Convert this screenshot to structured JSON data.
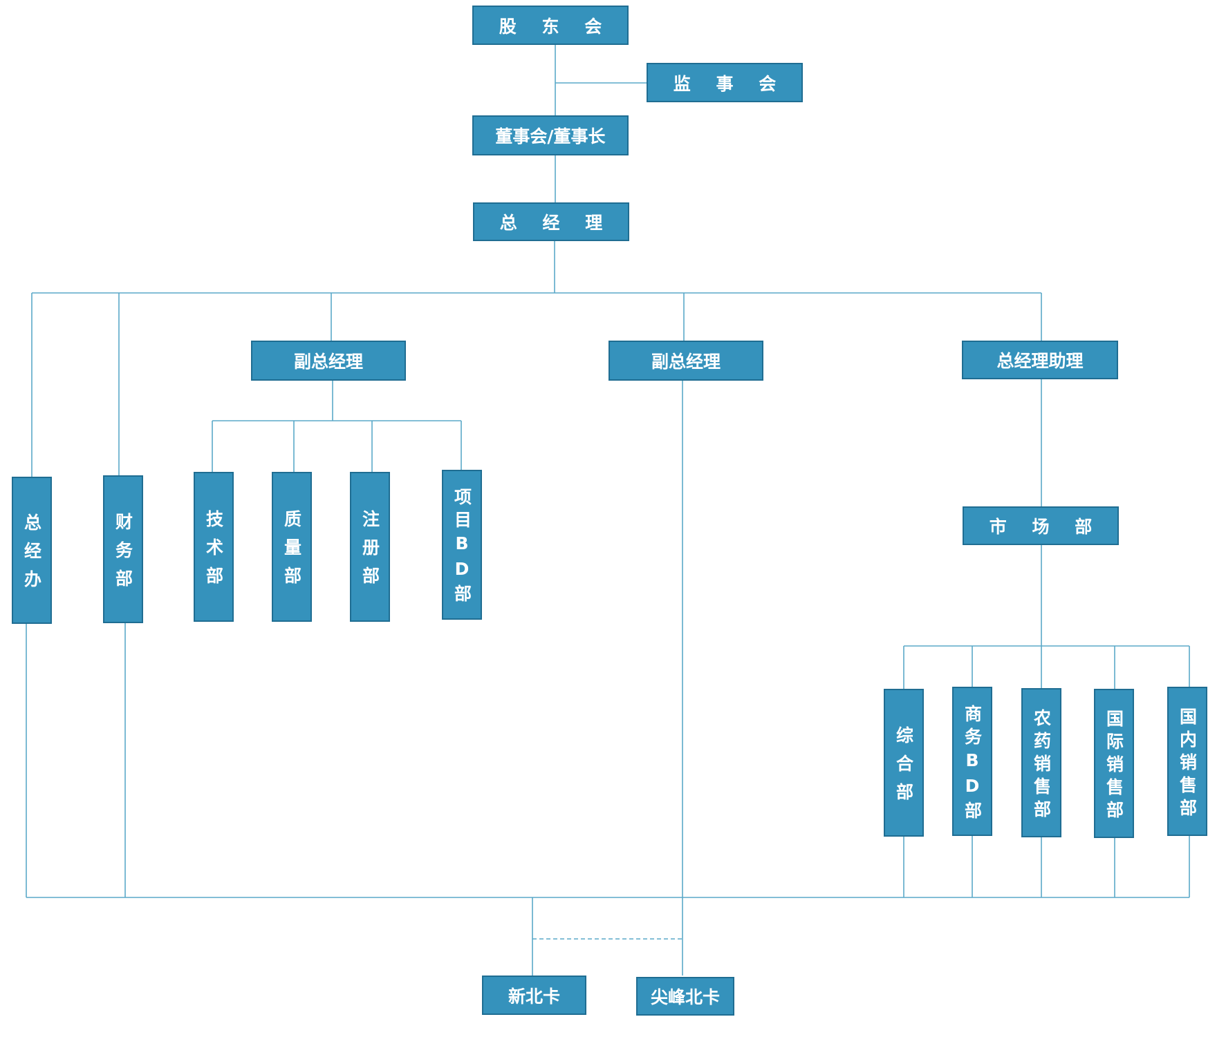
{
  "colors": {
    "box_fill": "#3592bc",
    "box_border": "#1f6d92",
    "line": "#5aa8c8",
    "text": "#ffffff"
  },
  "nodes": {
    "shareholders": "股 东 会",
    "supervisory_board": "监 事 会",
    "board": "董事会/董事长",
    "general_manager": "总 经 理",
    "deputy_gm_1": "副总经理",
    "deputy_gm_2": "副总经理",
    "gm_assistant": "总经理助理",
    "gm_office": "总经办",
    "finance": "财务部",
    "technology": "技术部",
    "quality": "质量部",
    "registration": "注册部",
    "project_bd": "项目BD部",
    "marketing": "市 场 部",
    "general_affairs": "综合部",
    "business_bd": "商务BD部",
    "pesticide_sales": "农药销售部",
    "international_sales": "国际销售部",
    "domestic_sales": "国内销售部",
    "xinbeika": "新北卡",
    "jianfeng_beika": "尖峰北卡"
  }
}
